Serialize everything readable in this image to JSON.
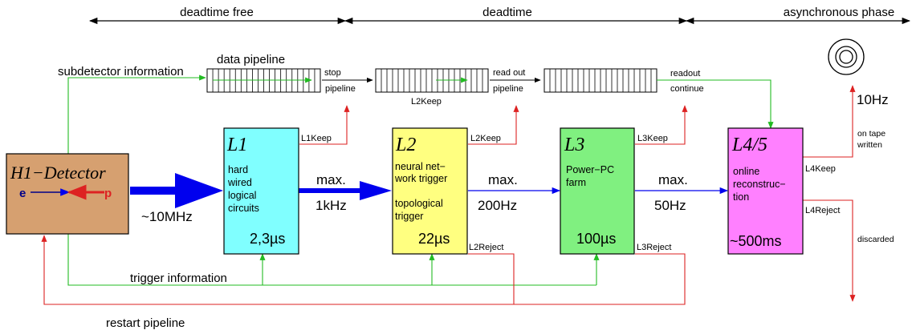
{
  "phases": {
    "deadtime_free": "deadtime free",
    "deadtime": "deadtime",
    "async": "asynchronous phase"
  },
  "detector": {
    "title": "H1−Detector",
    "e": "e",
    "p": "p"
  },
  "labels": {
    "subdetector_information": "subdetector information",
    "data_pipeline": "data pipeline",
    "stop": "stop",
    "pipeline_1": "pipeline",
    "read_out": "read out",
    "pipeline_2": "pipeline",
    "l2keep_pipe": "L2Keep",
    "readout": "readout",
    "continue": "continue",
    "rate_10mhz": "~10MHz",
    "max_1": "max.",
    "rate_1khz": "1kHz",
    "max_2": "max.",
    "rate_200hz": "200Hz",
    "max_3": "max.",
    "rate_50hz": "50Hz",
    "trigger_information": "trigger information",
    "restart_pipeline": "restart pipeline",
    "rate_10hz": "10Hz",
    "on_tape": "on tape",
    "written": "written",
    "discarded": "discarded"
  },
  "levels": {
    "l1": {
      "title": "L1",
      "lines": [
        "hard",
        "wired",
        "logical",
        "circuits"
      ],
      "time": "2,3µs",
      "keep": "L1Keep"
    },
    "l2": {
      "title": "L2",
      "lines": [
        "neural net−",
        "work trigger",
        "",
        "topological",
        "trigger"
      ],
      "time": "22µs",
      "keep": "L2Keep",
      "reject": "L2Reject"
    },
    "l3": {
      "title": "L3",
      "lines": [
        "Power−PC",
        "farm"
      ],
      "time": "100µs",
      "keep": "L3Keep",
      "reject": "L3Reject"
    },
    "l45": {
      "title": "L4/5",
      "lines": [
        "online",
        "reconstruc−",
        "tion"
      ],
      "time": "~500ms",
      "keep": "L4Keep",
      "reject": "L4Reject"
    }
  },
  "colors": {
    "detector_fill": "#d6a070",
    "l1_fill": "#80ffff",
    "l2_fill": "#ffff80",
    "l3_fill": "#80f080",
    "l45_fill": "#ff80ff",
    "green_line": "#22bb22",
    "red_line": "#dd2222",
    "blue_arrow": "#0000ee"
  }
}
